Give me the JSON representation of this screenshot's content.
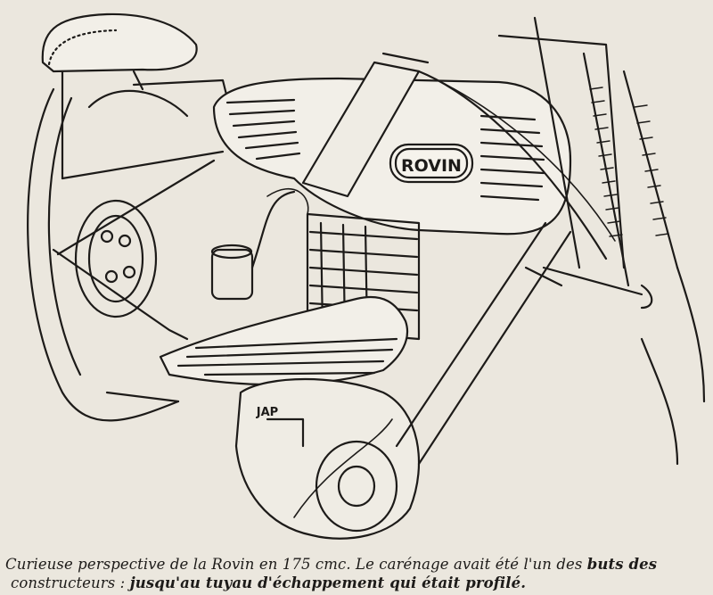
{
  "illustration": {
    "tank_badge": "ROVIN",
    "crankcase_mark": "JAP"
  },
  "caption": {
    "line1_a": "Curieuse perspective de la Rovin en 175 cmc. Le carénage avait été l'un des ",
    "line1_b": "buts des",
    "line2_a": "constructeurs : ",
    "line2_b": "jusqu'au tuyau d'échappement qui était profilé."
  },
  "colors": {
    "paper": "#ebe7de",
    "ink": "#1d1b19"
  }
}
